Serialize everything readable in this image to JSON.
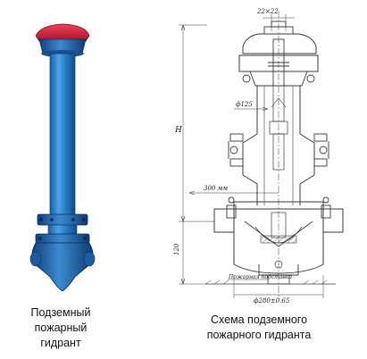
{
  "captions": {
    "left": [
      "Подземный",
      "пожарный",
      "гидрант"
    ],
    "right": [
      "Схема подземного",
      "пожарного гидранта"
    ]
  },
  "scheme": {
    "top_dim": "22×22",
    "bore_dim": "ф125",
    "height_dim": "H",
    "depth_dim": "300 мм",
    "base_dim": "120",
    "ground_label": "Пожарная подставка",
    "bottom_dim": "ф280±0.65"
  },
  "colors": {
    "hydrant_body": "#2e7fc4",
    "hydrant_flange": "#1a4f92",
    "hydrant_cap": "#d9263a",
    "drawing_line": "#3a3a3a"
  }
}
